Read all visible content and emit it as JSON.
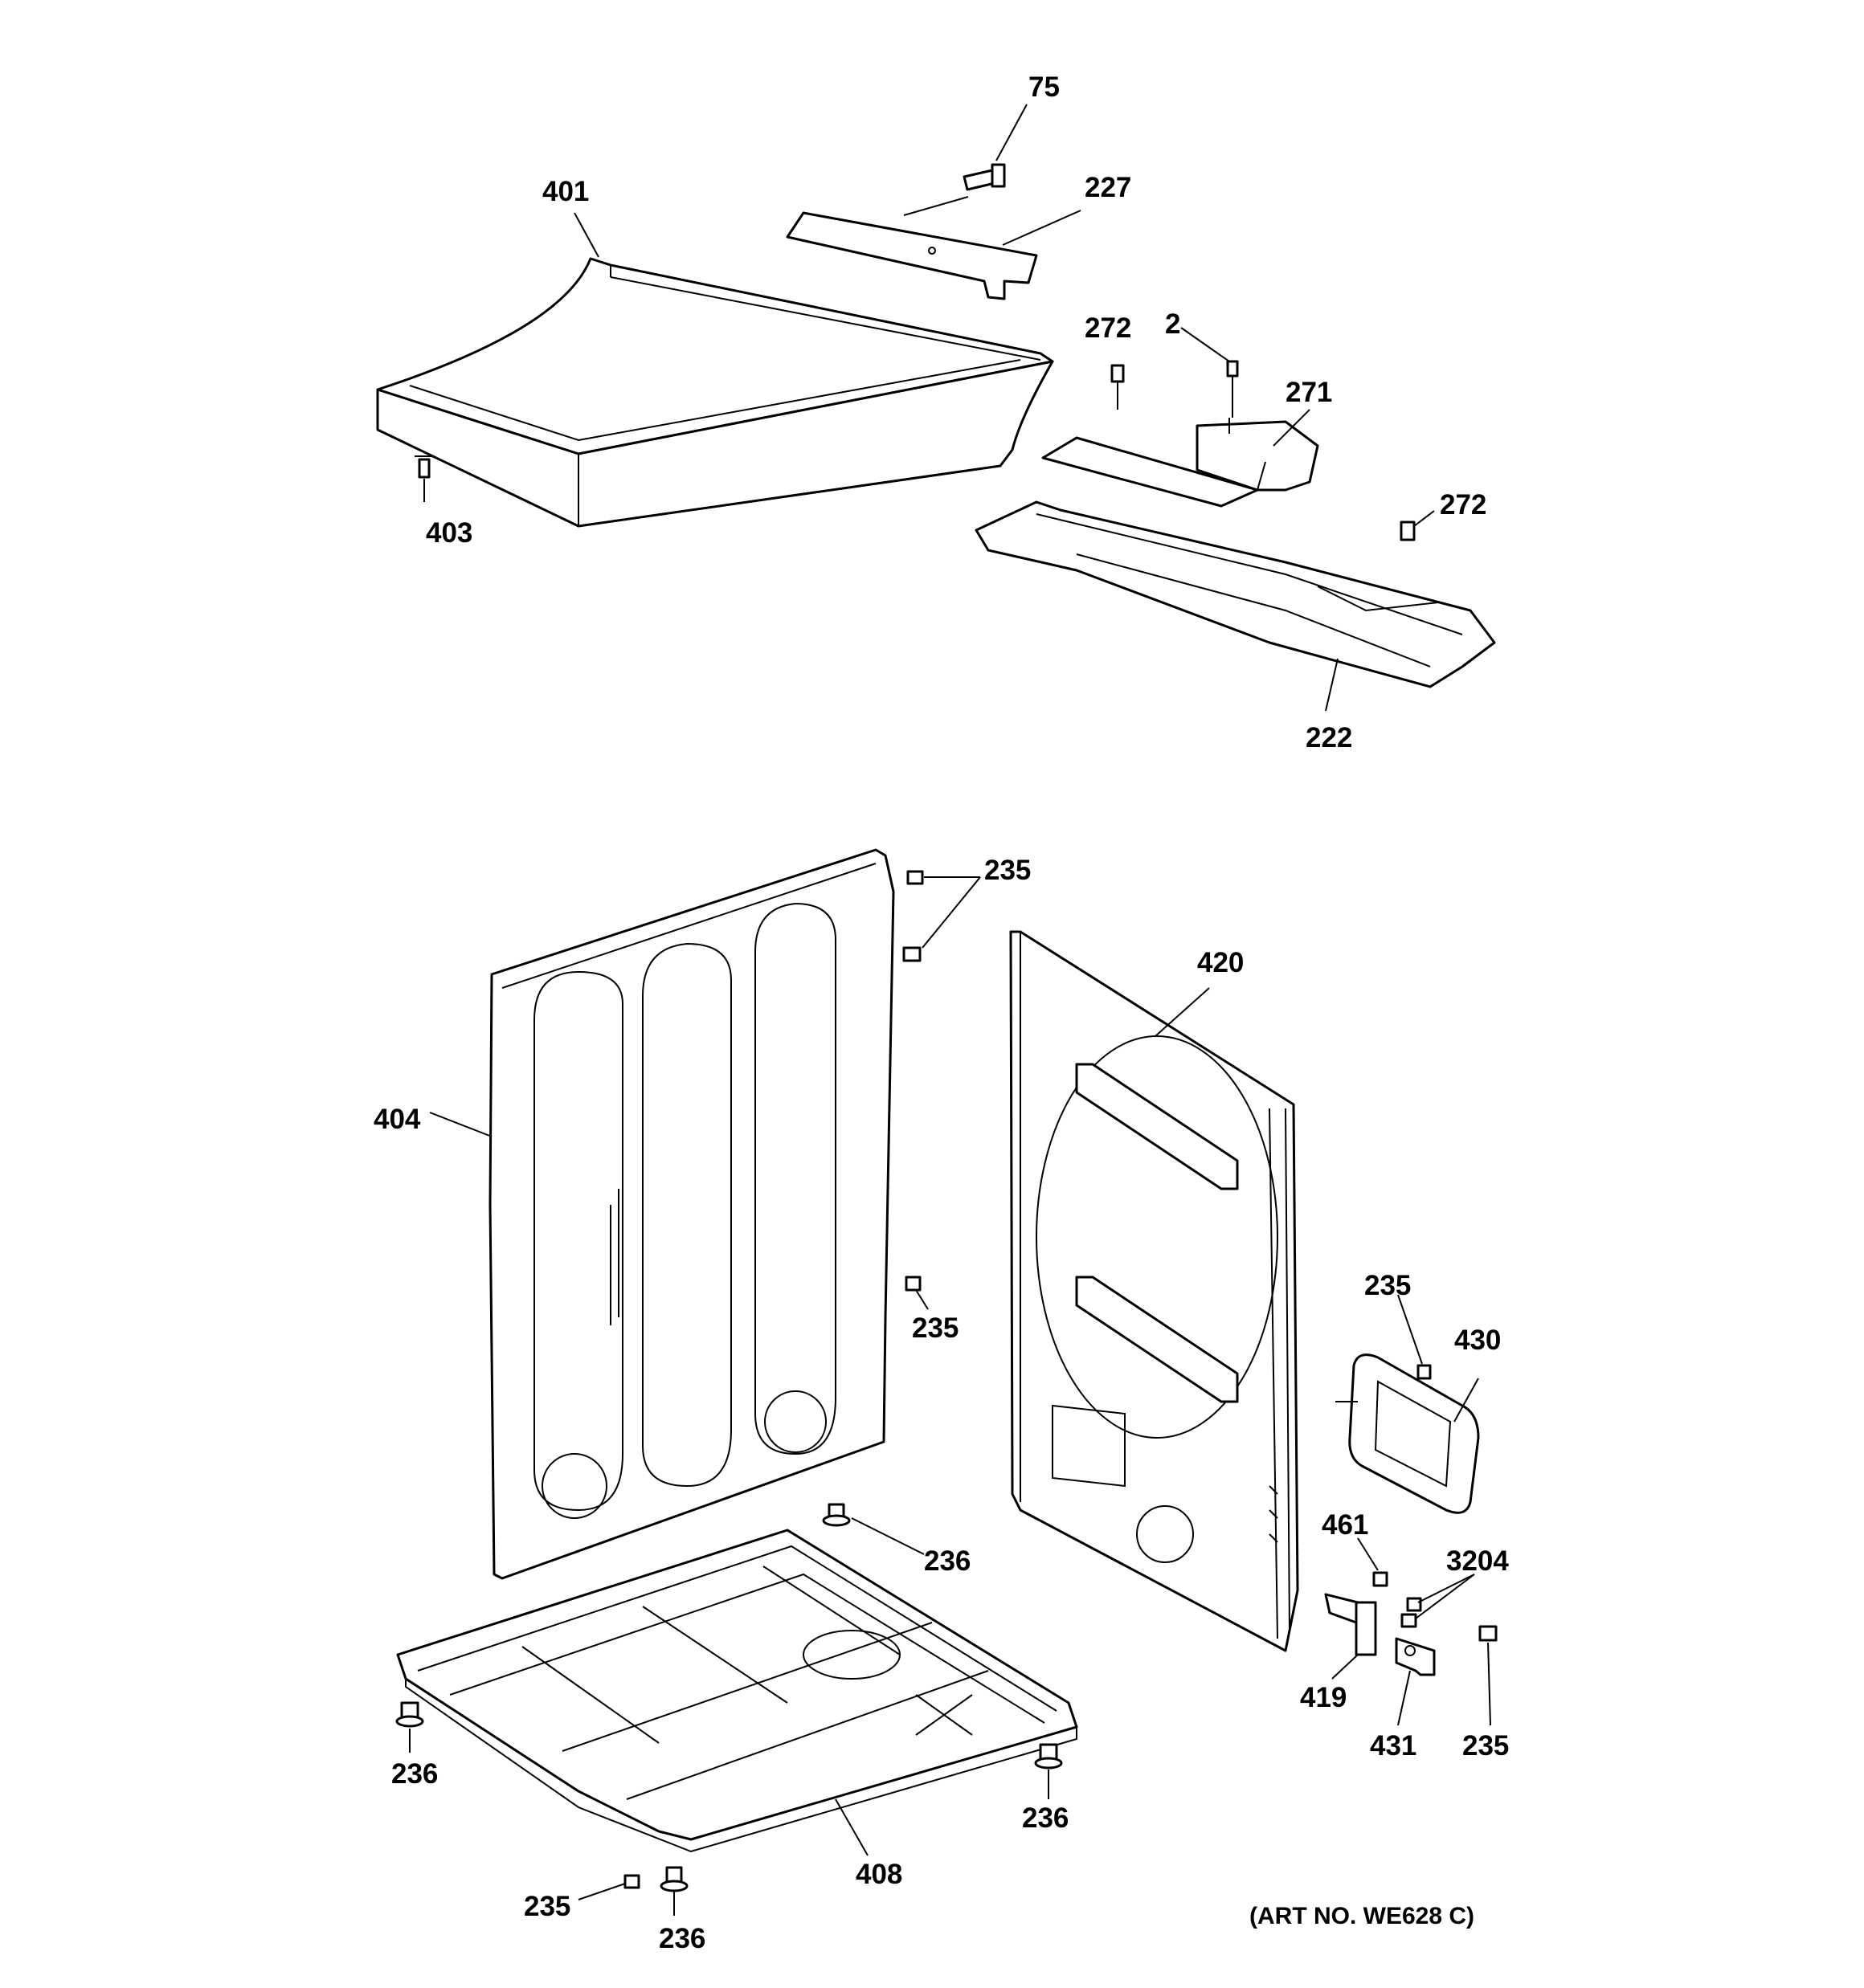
{
  "art_number": "(ART NO. WE628 C)",
  "callouts": [
    {
      "id": "c75",
      "label": "75"
    },
    {
      "id": "c227",
      "label": "227"
    },
    {
      "id": "c401",
      "label": "401"
    },
    {
      "id": "c272a",
      "label": "272"
    },
    {
      "id": "c2",
      "label": "2"
    },
    {
      "id": "c271",
      "label": "271"
    },
    {
      "id": "c272b",
      "label": "272"
    },
    {
      "id": "c403",
      "label": "403"
    },
    {
      "id": "c222",
      "label": "222"
    },
    {
      "id": "c235a",
      "label": "235"
    },
    {
      "id": "c420",
      "label": "420"
    },
    {
      "id": "c404",
      "label": "404"
    },
    {
      "id": "c235b",
      "label": "235"
    },
    {
      "id": "c235c",
      "label": "235"
    },
    {
      "id": "c430",
      "label": "430"
    },
    {
      "id": "c236a",
      "label": "236"
    },
    {
      "id": "c461",
      "label": "461"
    },
    {
      "id": "c3204",
      "label": "3204"
    },
    {
      "id": "c419",
      "label": "419"
    },
    {
      "id": "c431",
      "label": "431"
    },
    {
      "id": "c235d",
      "label": "235"
    },
    {
      "id": "c236b",
      "label": "236"
    },
    {
      "id": "c236c",
      "label": "236"
    },
    {
      "id": "c408",
      "label": "408"
    },
    {
      "id": "c235e",
      "label": "235"
    },
    {
      "id": "c236d",
      "label": "236"
    }
  ]
}
